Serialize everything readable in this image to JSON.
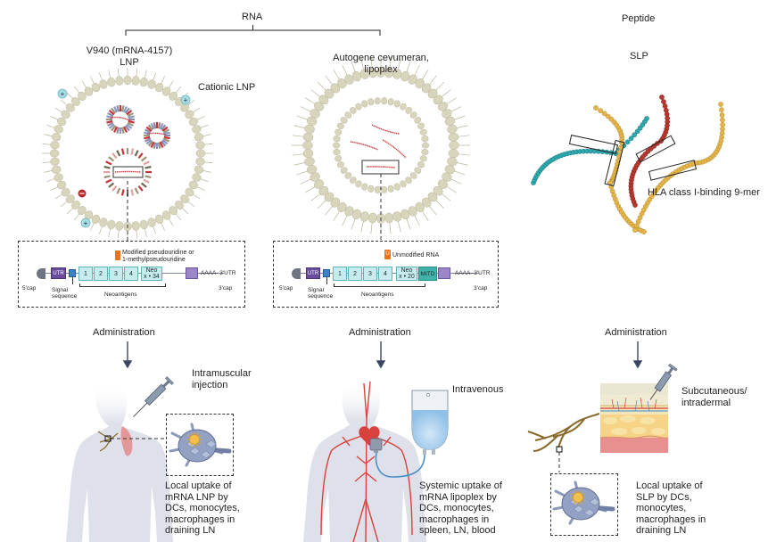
{
  "headers": {
    "rna": "RNA",
    "peptide": "Peptide"
  },
  "columns": [
    {
      "title_line1": "V940 (mRNA-4157)",
      "title_line2": "LNP",
      "particle_label": "Cationic LNP",
      "construct": {
        "modification_label_line1": "Modified pseudouridine or",
        "modification_label_line2": "1-methylpseudouridine",
        "cap5": "5'cap",
        "utr": "UTR",
        "signal_line1": "Signal",
        "signal_line2": "sequence",
        "segments": [
          "1",
          "2",
          "3",
          "4"
        ],
        "neo_line1": "Neo",
        "neo_line2": "x • 34",
        "neoantigens": "Neoantigens",
        "tail": "AAAA- 3'UTR",
        "cap3": "3'cap"
      },
      "administration": "Administration",
      "route_line1": "Intramuscular",
      "route_line2": "injection",
      "uptake": [
        "Local uptake of",
        "mRNA LNP by",
        "DCs, monocytes,",
        "macrophages in",
        "draining LN"
      ]
    },
    {
      "title_line1": "Autogene cevumeran,",
      "title_line2": "lipoplex",
      "construct": {
        "modification_label": "Unmodified RNA",
        "modification_glyph": "U",
        "cap5": "5'cap",
        "utr": "UTR",
        "signal_line1": "Signal",
        "signal_line2": "sequence",
        "segments": [
          "1",
          "2",
          "3",
          "4"
        ],
        "neo_line1": "Neo",
        "neo_line2": "x • 20",
        "mitd": "MITD",
        "neoantigens": "Neoantigens",
        "tail": "AAAA- 3'UTR",
        "cap3": "3'cap"
      },
      "administration": "Administration",
      "route": "Intravenous",
      "uptake": [
        "Systemic uptake of",
        "mRNA lipoplex by",
        "DCs, monocytes,",
        "macrophages in",
        "spleen, LN, blood"
      ]
    },
    {
      "title": "SLP",
      "peptide_label": "HLA class I-binding 9-mer",
      "administration": "Administration",
      "route_line1": "Subcutaneous/",
      "route_line2": "intradermal",
      "uptake": [
        "Local uptake of",
        "SLP by DCs,",
        "monocytes,",
        "macrophages in",
        "draining LN"
      ]
    }
  ],
  "colors": {
    "lipid_head": "#d8d5bd",
    "rna_strand": "#c8333b",
    "peptide_teal": "#2ea7ad",
    "peptide_gold": "#e3b44a",
    "peptide_red": "#b8372f",
    "utr_purple": "#6a4c9c",
    "neo_cyan": "#c7ecef",
    "mitd_teal": "#3fb3aa",
    "body_gray": "#dfe1ea",
    "vessel_red": "#d9413c",
    "iv_blue": "#9cc8ea"
  }
}
